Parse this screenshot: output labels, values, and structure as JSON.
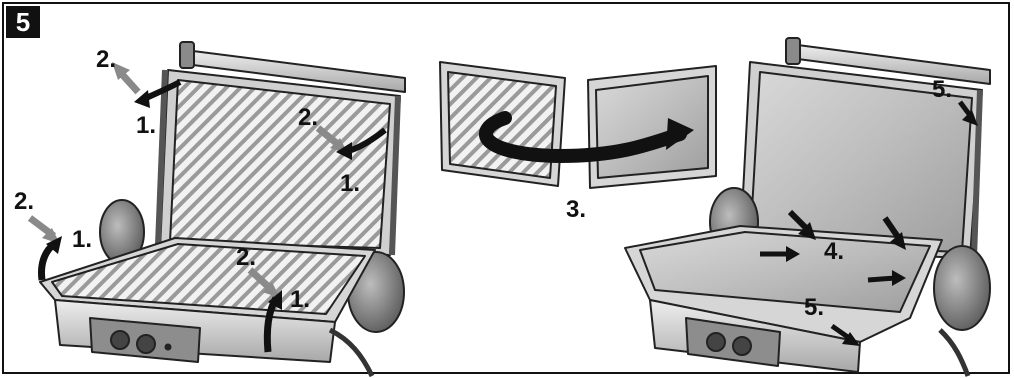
{
  "step_number": "5",
  "left_panel": {
    "labels": [
      "2.",
      "1.",
      "2.",
      "1.",
      "2.",
      "1.",
      "2.",
      "1."
    ]
  },
  "middle_panel": {
    "label": "3."
  },
  "right_panel": {
    "labels": [
      "5.",
      "4.",
      "5."
    ]
  },
  "colors": {
    "line": "#222222",
    "arrow_gray": "#8a8a8a",
    "metal_light": "#e6e6e6",
    "metal_mid": "#b8b8b8",
    "metal_dark": "#777777",
    "black_arrow": "#111111"
  }
}
